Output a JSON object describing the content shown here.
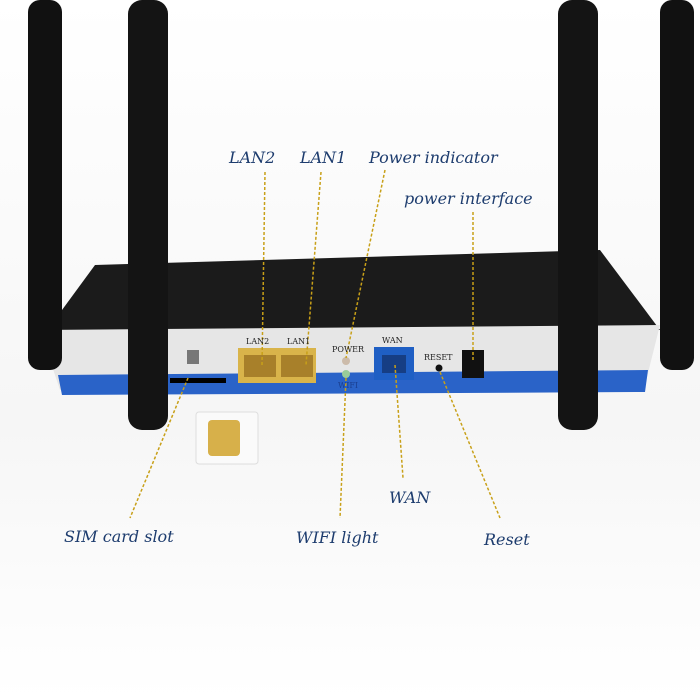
{
  "callouts": {
    "lan2": "LAN2",
    "lan1": "LAN1",
    "power_indicator": "Power indicator",
    "power_interface": "power interface",
    "sim_slot": "SIM card slot",
    "wifi_light": "WIFI light",
    "wan": "WAN",
    "reset": "Reset"
  },
  "panel_labels": {
    "lan2": "LAN2",
    "lan1": "LAN1",
    "power": "POWER",
    "wifi": "WIFI",
    "wan": "WAN",
    "reset": "RESET"
  },
  "colors": {
    "label": "#1d3c6e",
    "leader": "#c8a018",
    "blue_trim": "#2a63c8",
    "lan_port": "#d9b44a",
    "wan_port": "#1f5fc4"
  }
}
